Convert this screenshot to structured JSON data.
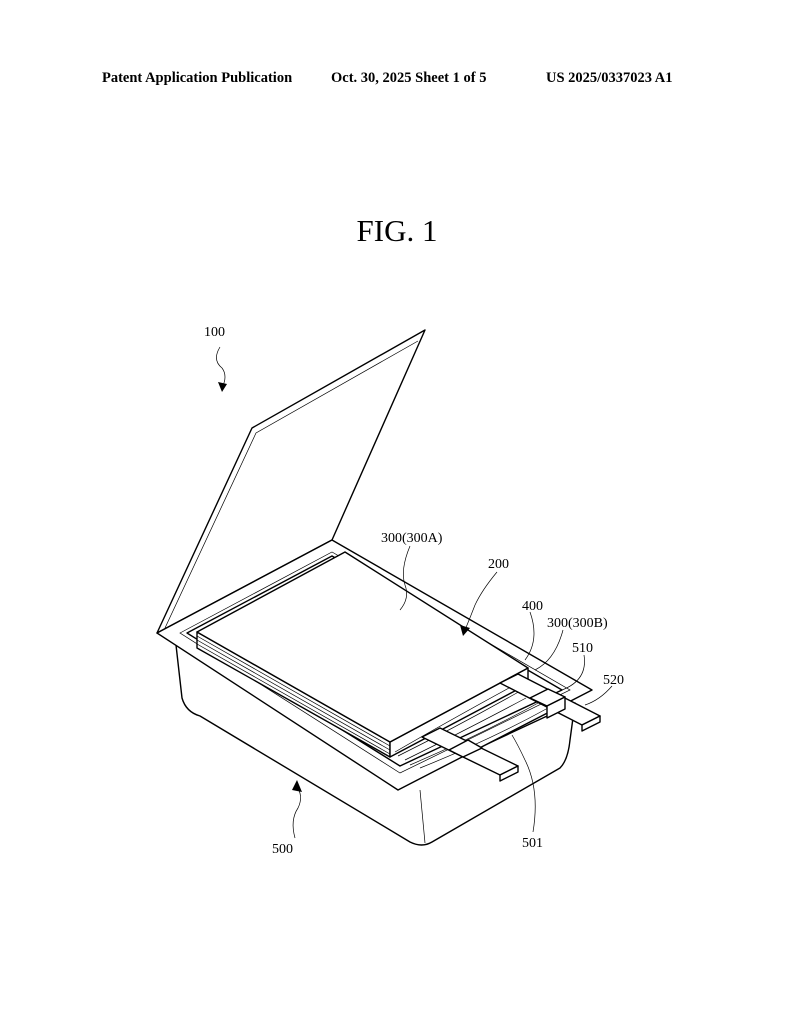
{
  "header": {
    "publication": "Patent Application Publication",
    "date_sheet": "Oct. 30, 2025  Sheet 1 of 5",
    "number": "US 2025/0337023 A1"
  },
  "figure": {
    "title": "FIG. 1",
    "labels": {
      "battery": "100",
      "cell_assembly": "200",
      "sealing_part_a": "300(300A)",
      "sealing_part_b": "300(300B)",
      "component_400": "400",
      "case": "500",
      "case_part_501": "501",
      "lead_510": "510",
      "lead_520": "520"
    }
  }
}
